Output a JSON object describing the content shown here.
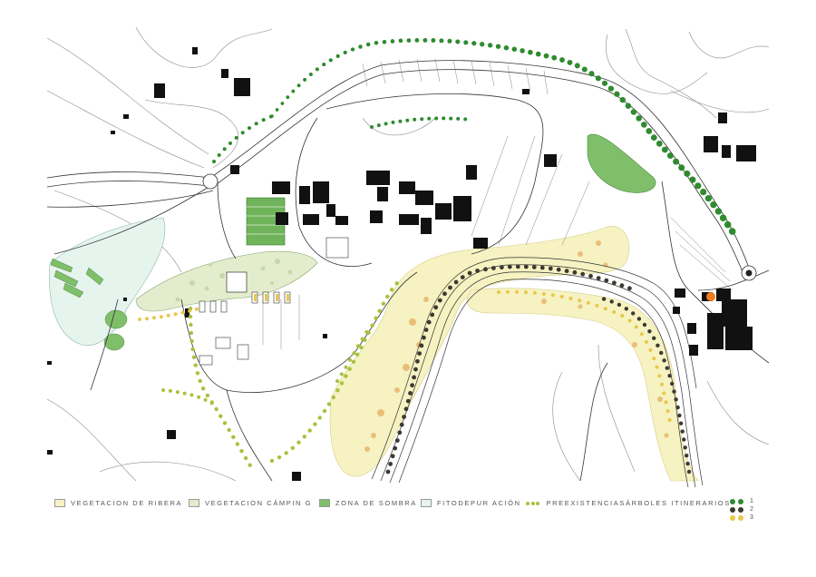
{
  "colors": {
    "riverside": "#f6f2c2",
    "camping": "#e3edcd",
    "shade_zone": "#7fbf6a",
    "phyto": "#e6f4ee",
    "existing_trees": "#a8c23e",
    "itinerary_1": "#2e8b2e",
    "itinerary_2": "#3a3a30",
    "itinerary_3": "#e8c84a",
    "buildings": "#111111",
    "roads": "#333333",
    "contours": "#777777",
    "marker": "#f07d1c"
  },
  "legend": [
    {
      "key": "riverside",
      "label": "VEGETACION DE RIBERA",
      "kind": "swatch"
    },
    {
      "key": "camping",
      "label": "VEGETACION CÁMPIN G",
      "kind": "swatch"
    },
    {
      "key": "shade_zone",
      "label": "ZONA DE SOMBRA",
      "kind": "swatch"
    },
    {
      "key": "phyto",
      "label": "FITODEPUR ACIÓN",
      "kind": "swatch"
    },
    {
      "key": "existing_trees",
      "label": "PREEXISTENCIAS",
      "kind": "dots"
    },
    {
      "key": "itinerary",
      "label": "ÁRBOLES ITINERARIOS",
      "kind": "dots"
    }
  ],
  "itinerary_scale": [
    {
      "label": "1",
      "color": "#2e8b2e"
    },
    {
      "label": "2",
      "color": "#3a3a30"
    },
    {
      "label": "3",
      "color": "#e8c84a"
    }
  ],
  "map_icons": {
    "roundabout_west": "roundabout-icon",
    "roundabout_east": "roundabout-icon",
    "point_of_interest": "orange-marker-icon"
  }
}
